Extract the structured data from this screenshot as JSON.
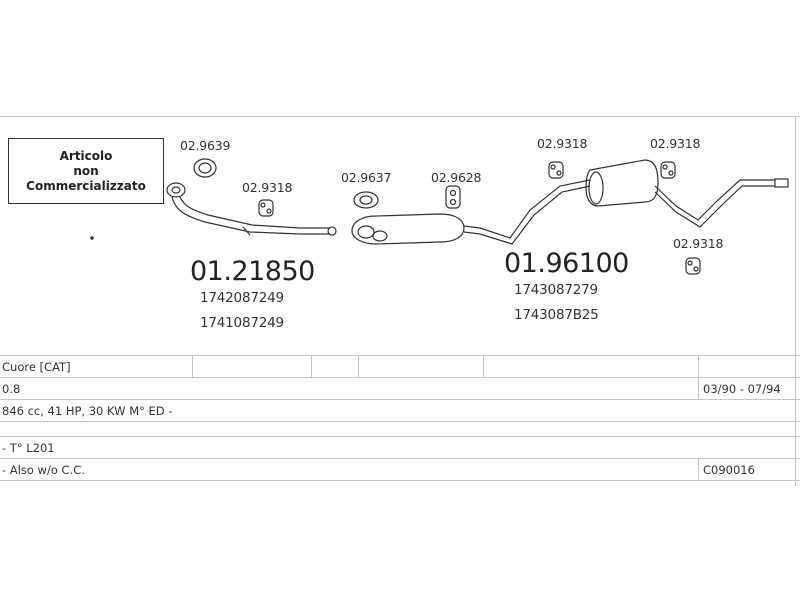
{
  "note": {
    "lines": [
      "Articolo",
      "non",
      "Commercializzato"
    ]
  },
  "parts": {
    "gasket_top": "02.9639",
    "hanger_front": "02.9318",
    "gasket_mid": "02.9637",
    "hanger_mid": "02.9628",
    "hanger_rear_a": "02.9318",
    "hanger_rear_b": "02.9318",
    "hanger_rear_c": "02.9318"
  },
  "assemblies": {
    "front": {
      "number": "01.21850",
      "oem": [
        "1742087249",
        "1741087249"
      ]
    },
    "rear": {
      "number": "01.96100",
      "oem": [
        "1743087279",
        "1743087B25"
      ]
    }
  },
  "spec": {
    "model": "Cuore  [CAT]",
    "engine": "0.8",
    "years": "03/90 - 07/94",
    "details": "846 cc, 41 HP, 30 KW M° ED -",
    "type": "- T° L201",
    "note": "- Also w/o C.C.",
    "code": "C090016"
  }
}
